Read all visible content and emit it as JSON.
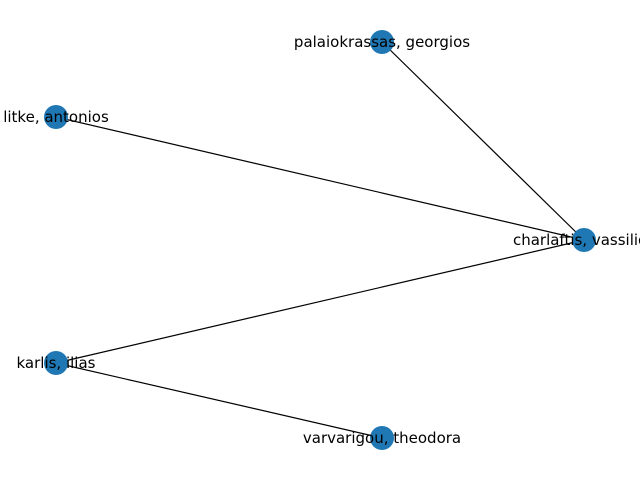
{
  "graph": {
    "nodes": [
      {
        "id": "palaiokrassas",
        "label": "palaiokrassas, georgios"
      },
      {
        "id": "litke",
        "label": "litke, antonios"
      },
      {
        "id": "charlaftis",
        "label": "charlaftis, vassilios"
      },
      {
        "id": "karlis",
        "label": "karlis, ilias"
      },
      {
        "id": "varvarigou",
        "label": "varvarigou, theodora"
      }
    ],
    "edges": [
      {
        "source": "palaiokrassas",
        "target": "charlaftis"
      },
      {
        "source": "litke",
        "target": "charlaftis"
      },
      {
        "source": "karlis",
        "target": "charlaftis"
      },
      {
        "source": "karlis",
        "target": "varvarigou"
      }
    ],
    "node_color": "#1f77b4",
    "edge_color": "#000000"
  }
}
